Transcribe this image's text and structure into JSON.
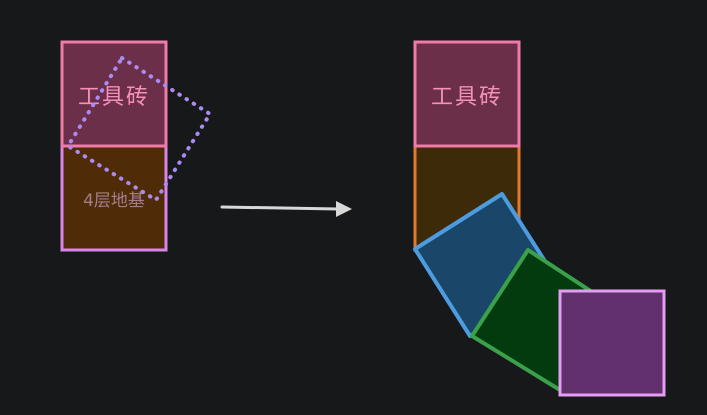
{
  "colors": {
    "background": "#17181a",
    "tool_tile_fill": "#6b2f4a",
    "tool_tile_stroke": "#f07aa8",
    "tool_tile_text": "#f590b8",
    "base_fill": "#4f2c07",
    "base_stroke": "#d884e8",
    "base_text": "#a37d8c",
    "dotted_outline": "#a98bf2",
    "arrow": "#d8d8d8",
    "right_base_fill": "#3d2a08",
    "right_base_stroke": "#e07a2c",
    "blue_fill": "#1a4669",
    "blue_stroke": "#4d9ce0",
    "green_fill": "#033b0f",
    "green_stroke": "#3aa04a",
    "purple_fill": "#62306d",
    "purple_stroke": "#e49cf4"
  },
  "left": {
    "tool_tile_label": "工具砖",
    "base_label": "4层地基"
  },
  "right": {
    "tool_tile_label": "工具砖"
  }
}
